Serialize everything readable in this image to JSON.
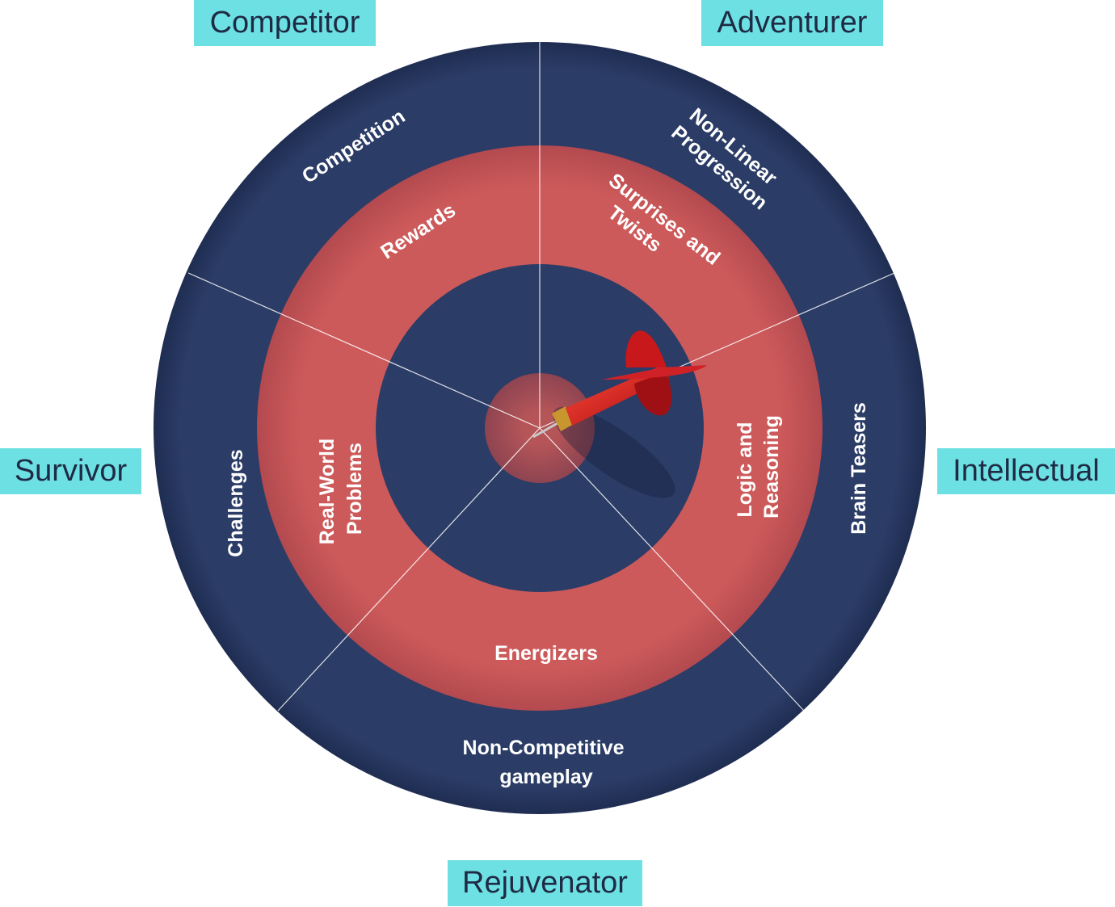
{
  "player_types": [
    {
      "label": "Competitor"
    },
    {
      "label": "Adventurer"
    },
    {
      "label": "Survivor"
    },
    {
      "label": "Intellectual"
    },
    {
      "label": "Rejuvenator"
    }
  ],
  "outer_ring": {
    "competitor": "Competition",
    "adventurer": [
      "Non-Linear",
      "Progression"
    ],
    "intellectual": "Brain Teasers",
    "rejuvenator": [
      "Non-Competitive",
      "gameplay"
    ],
    "survivor": "Challenges"
  },
  "middle_ring": {
    "competitor": "Rewards",
    "adventurer": [
      "Surprises and",
      "Twists"
    ],
    "intellectual": [
      "Logic and",
      "Reasoning"
    ],
    "rejuvenator": "Energizers",
    "survivor": [
      "Real-World",
      "Problems"
    ]
  },
  "colors": {
    "navy": "#2b3c66",
    "red": "#cd5a5a",
    "tag": "#6de0e3",
    "tag_text": "#1f2a44"
  }
}
